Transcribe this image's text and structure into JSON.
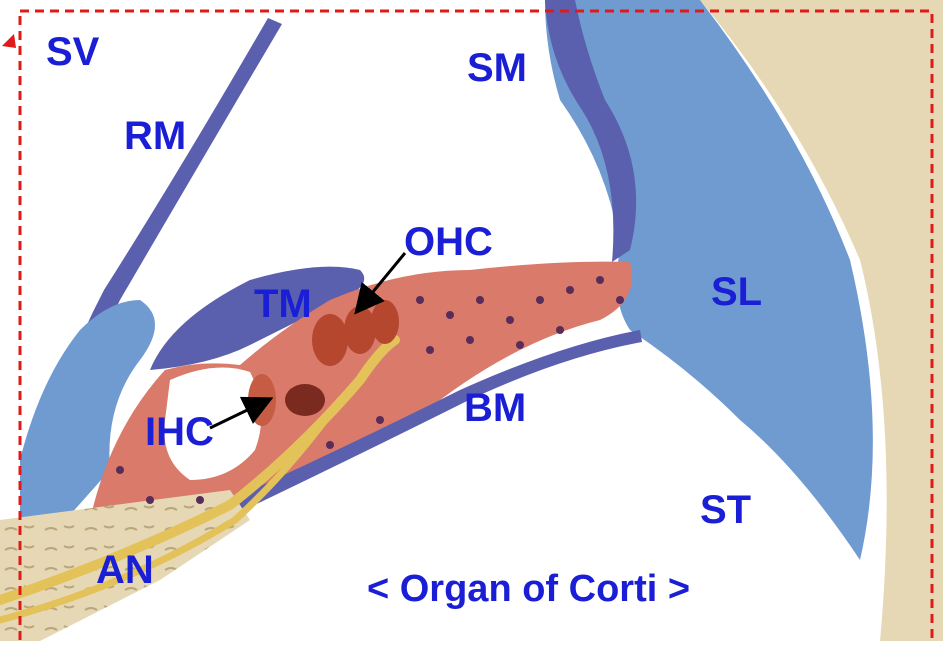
{
  "labels": {
    "sv": "SV",
    "rm": "RM",
    "sm": "SM",
    "tm": "TM",
    "ohc": "OHC",
    "sl": "SL",
    "ihc": "IHC",
    "bm": "BM",
    "st": "ST",
    "an": "AN"
  },
  "caption": "< Organ of Corti >",
  "colors": {
    "label_text": "#1a1fd6",
    "frame_dash": "#e01a1a",
    "ligament_blue": "#6f9bd1",
    "membrane_blue": "#5a5fae",
    "tissue_pink": "#d97a6a",
    "nerve_yellow": "#e3c25a",
    "bone_beige": "#e6d8b4",
    "arrow": "#000000"
  }
}
